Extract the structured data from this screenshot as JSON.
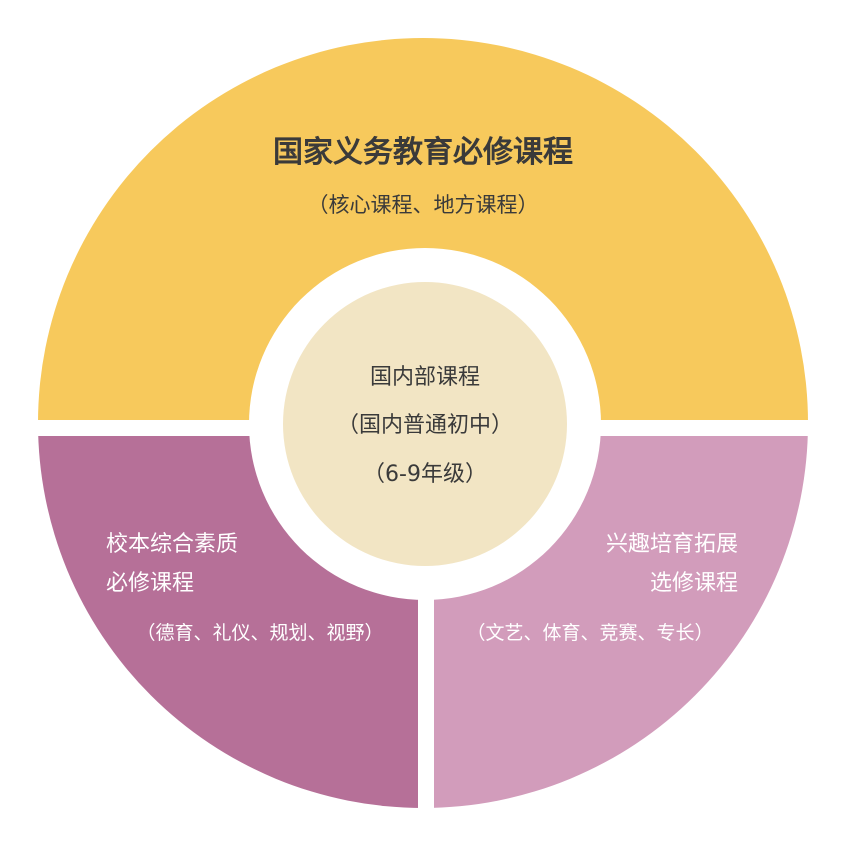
{
  "colors": {
    "background": "#ffffff",
    "top_segment": "#f7c95c",
    "left_segment": "#b67098",
    "right_segment": "#d29cbb",
    "center_circle": "#f2e5c4",
    "divider": "#ffffff",
    "dark_text": "#3a3a3a",
    "light_text": "#ffffff"
  },
  "top_segment": {
    "title": "国家义务教育必修课程",
    "subtitle": "（核心课程、地方课程）"
  },
  "center": {
    "line1": "国内部课程",
    "line2": "（国内普通初中）",
    "line3": "（6-9年级）"
  },
  "left_segment": {
    "line1": "校本综合素质",
    "line2": "必修课程",
    "subtitle": "（德育、礼仪、规划、视野）"
  },
  "right_segment": {
    "line1": "兴趣培育拓展",
    "line2": "选修课程",
    "subtitle": "（文艺、体育、竞赛、专长）"
  }
}
